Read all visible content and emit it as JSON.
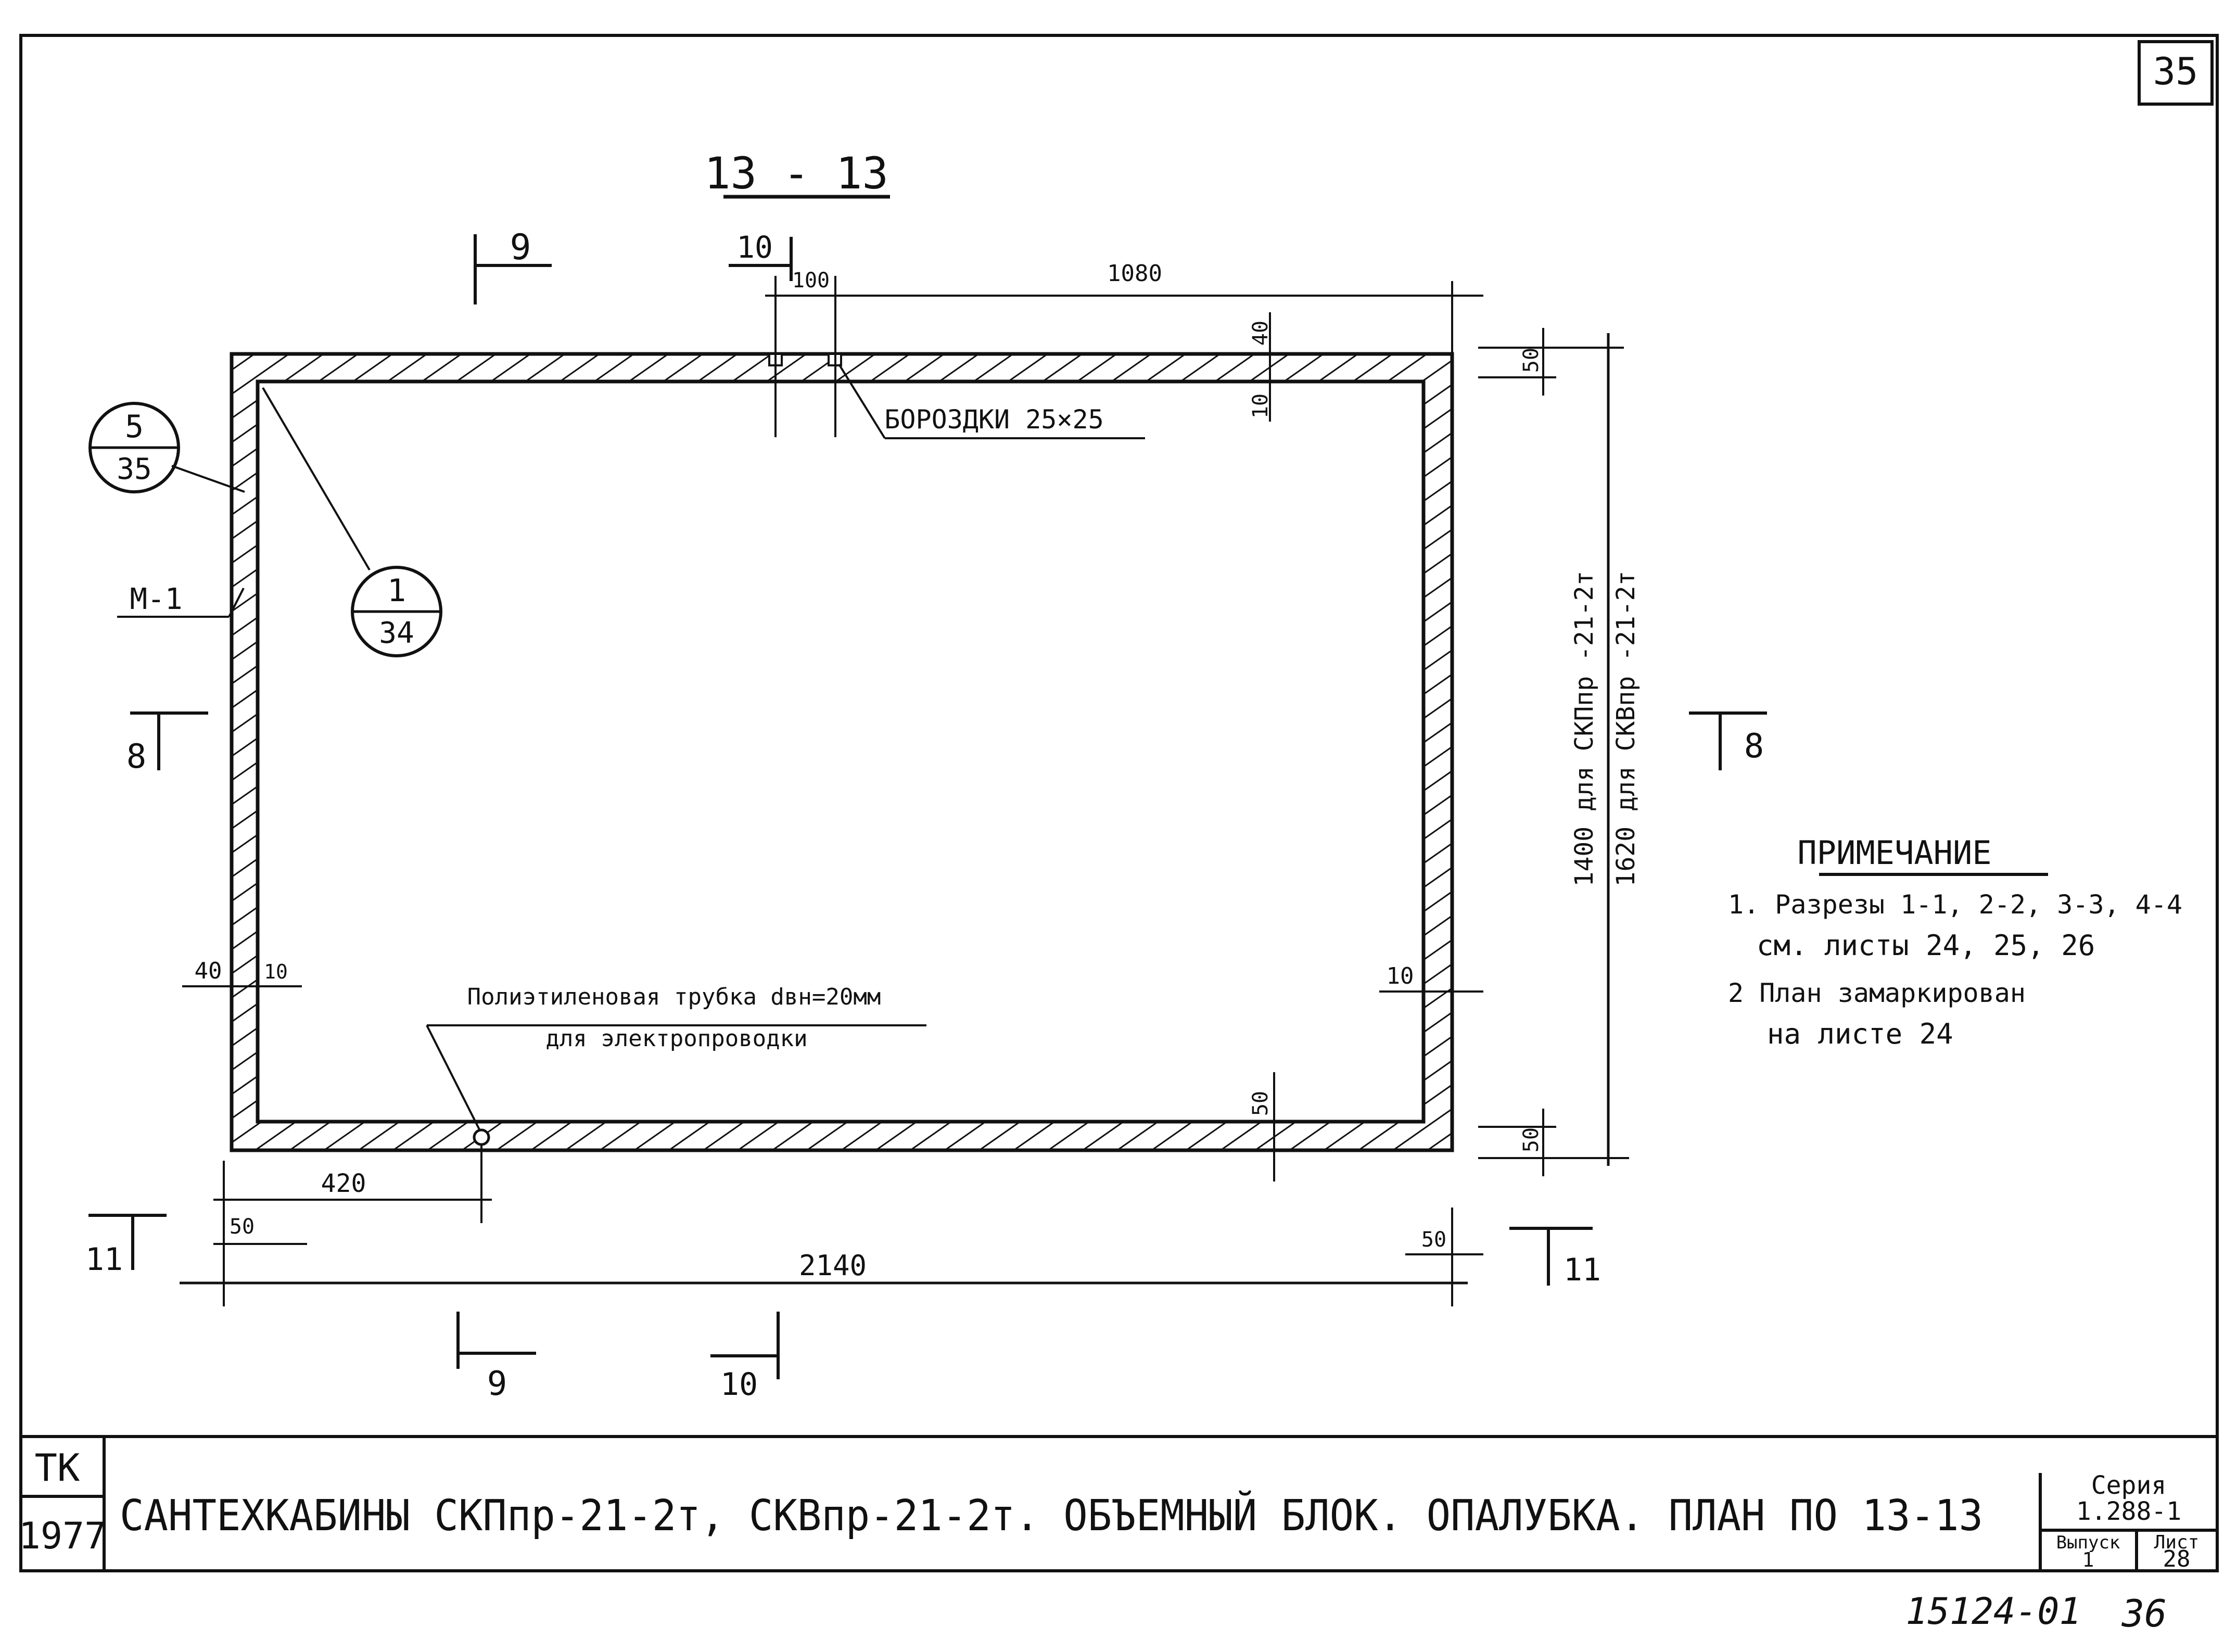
{
  "sheet": {
    "corner_number": "35",
    "section_title": "13 - 13",
    "bottom_stamp": "15124-01",
    "bottom_page": "36"
  },
  "callouts": {
    "bubble_a_top": "5",
    "bubble_a_bottom": "35",
    "bubble_b_top": "1",
    "bubble_b_bottom": "34",
    "mark_m1": "М-1",
    "grooves": "БОРОЗДКИ 25×25",
    "tube_line1": "Полиэтиленовая трубка dвн=20мм",
    "tube_line2": "для электропроводки"
  },
  "section_marks": {
    "s9_top": "9",
    "s9_bottom": "9",
    "s10_top": "10",
    "s10_bottom": "10",
    "s8_left": "8",
    "s8_right": "8",
    "s11_left": "11",
    "s11_right": "11"
  },
  "dimensions": {
    "d100": "100",
    "d1080": "1080",
    "d40_top": "40",
    "d10_top": "10",
    "d50_top_right": "50",
    "d40_left": "40",
    "d10_left": "10",
    "d10_right": "10",
    "d50_bottom": "50",
    "d50_bottom_right_vert": "50",
    "d420": "420",
    "d50_left": "50",
    "d50_right": "50",
    "d2140": "2140",
    "height_label_1": "1400 для СКПпр -21-2т",
    "height_label_2": "1620 для СКВпр -21-2т"
  },
  "notes": {
    "heading": "ПРИМЕЧАНИЕ",
    "n1_line1": "1. Разрезы 1-1, 2-2, 3-3, 4-4",
    "n1_line2": "см. листы 24, 25, 26",
    "n2_line1": "2 План замаркирован",
    "n2_line2": "на листе 24"
  },
  "title_block": {
    "org": "ТК",
    "year": "1977",
    "title": "САНТЕХКАБИНЫ СКПпр-21-2т, СКВпр-21-2т. ОБЪЕМНЫЙ БЛОК. ОПАЛУБКА. ПЛАН ПО 13-13",
    "series_label": "Серия",
    "series_value": "1.288-1",
    "issue_label": "Выпуск",
    "issue_value": "1",
    "sheet_label": "Лист",
    "sheet_value": "28"
  }
}
